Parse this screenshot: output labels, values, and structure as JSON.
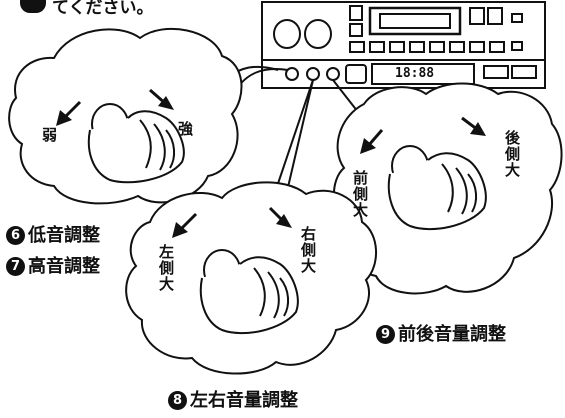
{
  "top_note": "てください。",
  "display_readout": "18:88",
  "labels": {
    "left_bubble_weak": "弱",
    "left_bubble_strong": "強",
    "middle_bubble_left": "左側大",
    "middle_bubble_right": "右側大",
    "right_bubble_front": "前側大",
    "right_bubble_rear": "後側大"
  },
  "captions": [
    {
      "num": "6",
      "text": "低音調整"
    },
    {
      "num": "7",
      "text": "高音調整"
    },
    {
      "num": "8",
      "text": "左右音量調整"
    },
    {
      "num": "9",
      "text": "前後音量調整"
    }
  ]
}
